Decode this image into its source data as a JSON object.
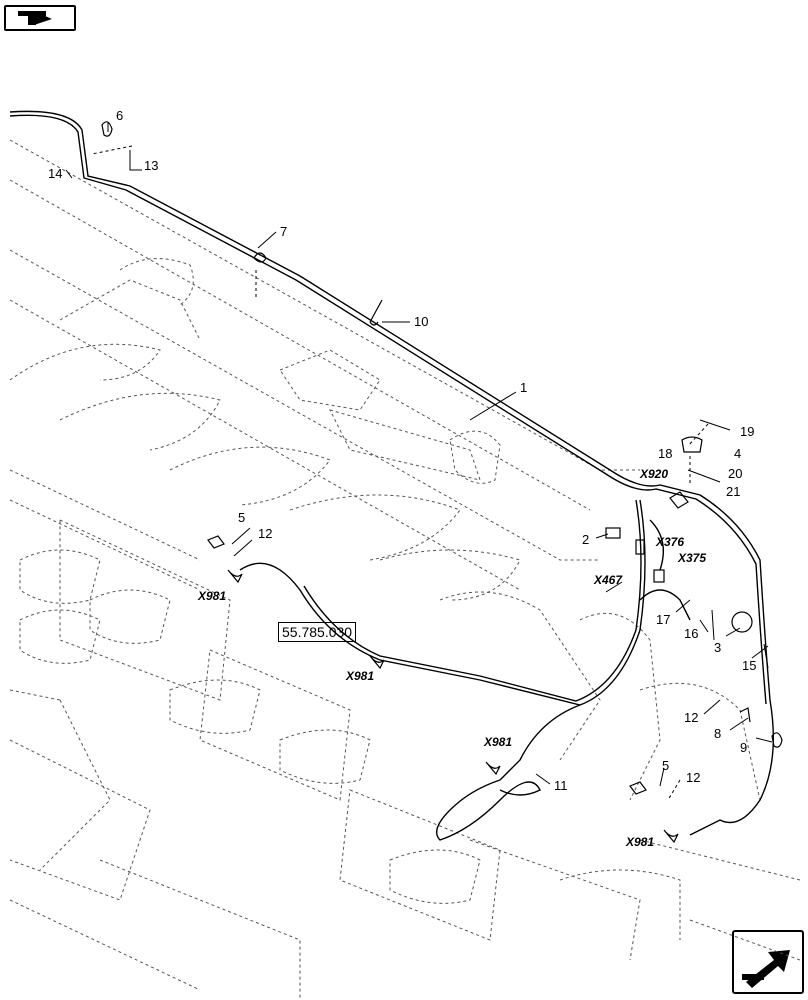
{
  "nav": {
    "top_icon": "back-arrow-icon",
    "bottom_icon": "forward-arrow-icon"
  },
  "reference": "55.785.030",
  "callouts": [
    "1",
    "2",
    "3",
    "4",
    "5",
    "5",
    "6",
    "7",
    "8",
    "9",
    "10",
    "11",
    "12",
    "12",
    "12",
    "13",
    "14",
    "15",
    "16",
    "17",
    "18",
    "19",
    "20",
    "21"
  ],
  "connectors": [
    "X920",
    "X376",
    "X375",
    "X467",
    "X981",
    "X981",
    "X981",
    "X981"
  ]
}
